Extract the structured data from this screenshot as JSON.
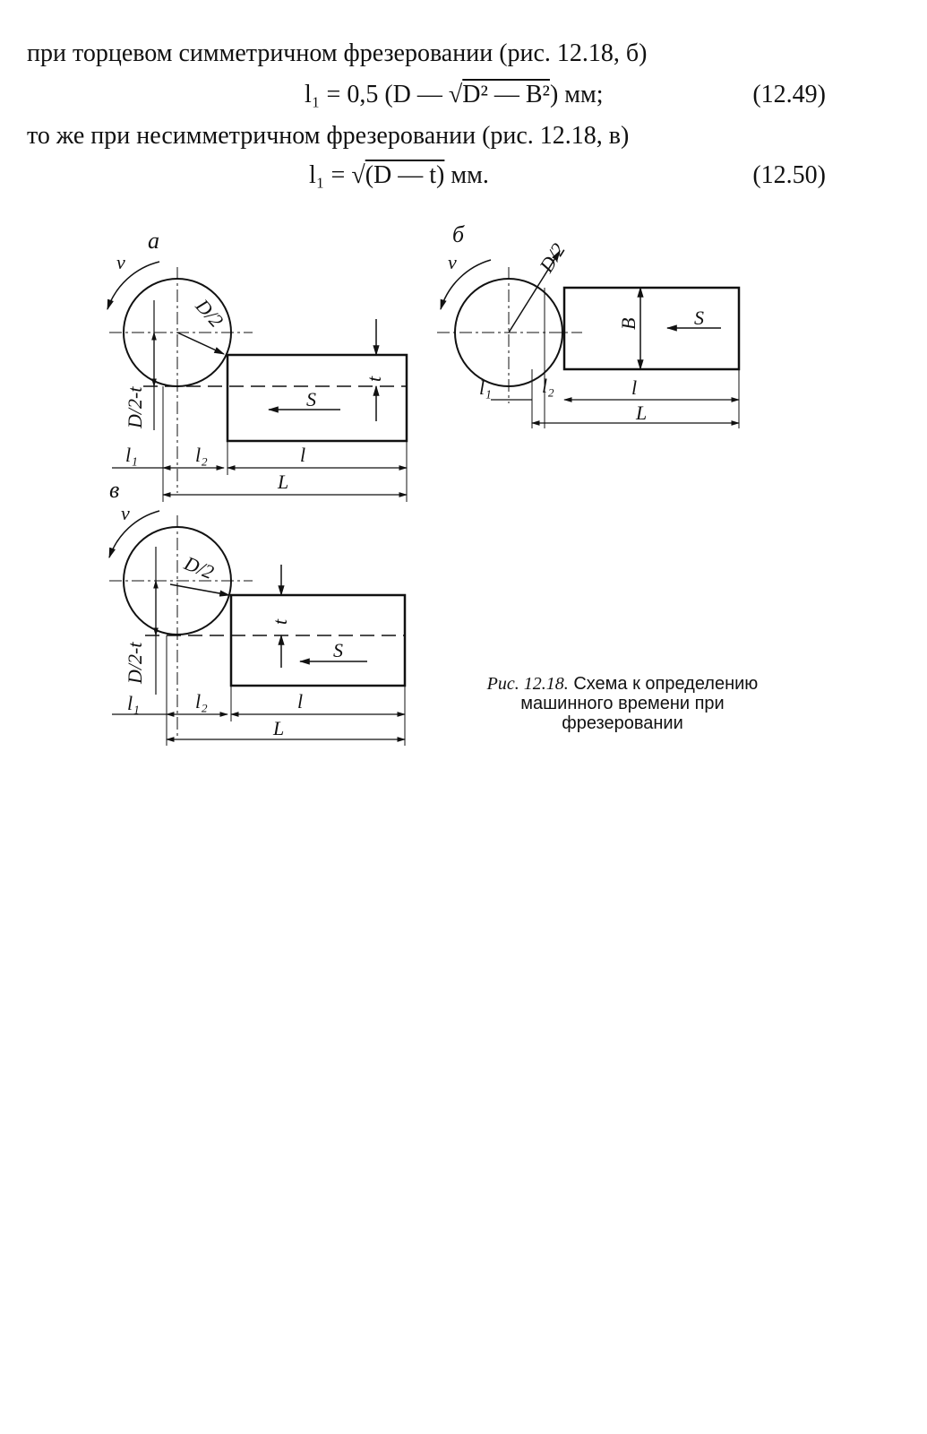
{
  "text": {
    "line1": "при торцевом симметричном фрезеровании (рис. 12.18, б)",
    "line2": "то же при несимметричном фрезеровании (рис. 12.18, в)"
  },
  "formulas": {
    "f1_lhs": "l₁ = 0,5 (D — ",
    "f1_root": "D² — B²",
    "f1_rhs": ") мм;",
    "f1_num": "(12.49)",
    "f2_lhs": "l₁ = ",
    "f2_root": "(D — t)",
    "f2_rhs": " мм.",
    "f2_num": "(12.50)"
  },
  "figure": {
    "panel_a": "а",
    "panel_b": "б",
    "panel_c": "в",
    "v": "v",
    "d2": "D/2",
    "d2t": "D/2-t",
    "t": "t",
    "s": "S",
    "b": "B",
    "l1": "l₁",
    "l2": "l₂",
    "l": "l",
    "L": "L"
  },
  "caption": {
    "lead": "Рис. 12.18.",
    "text": " Схема к определению машинного времени при фрезеровании"
  }
}
